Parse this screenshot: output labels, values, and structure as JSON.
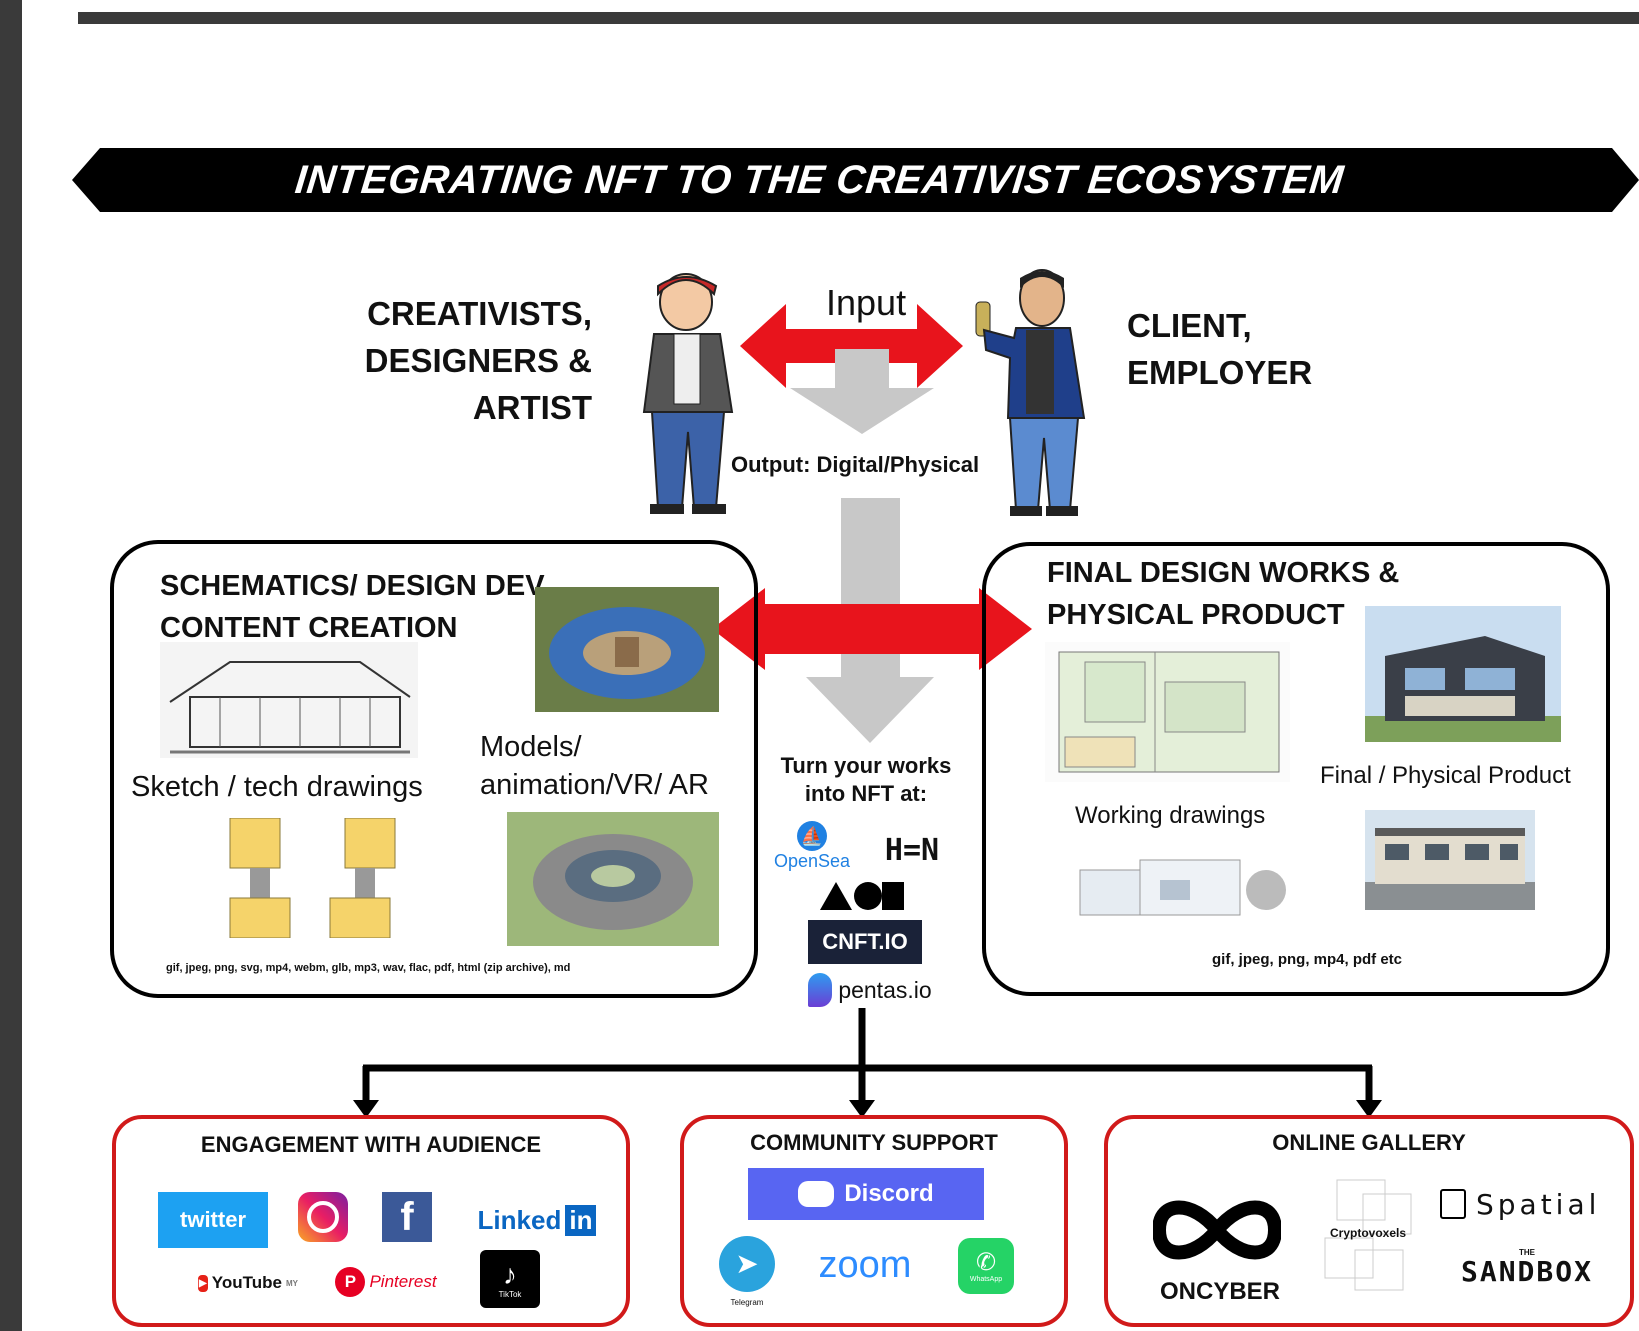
{
  "banner": {
    "title": "INTEGRATING NFT TO THE CREATIVIST ECOSYSTEM"
  },
  "top": {
    "creatives_lines": [
      "CREATIVISTS,",
      "DESIGNERS &",
      "ARTIST"
    ],
    "client_lines": [
      "CLIENT,",
      "EMPLOYER"
    ],
    "input_label": "Input",
    "output_label": "Output: Digital/Physical"
  },
  "left_box": {
    "title_lines": [
      "SCHEMATICS/ DESIGN DEV.",
      "CONTENT CREATION"
    ],
    "sketch_label": "Sketch / tech drawings",
    "models_lines": [
      "Models/",
      "animation/VR/ AR"
    ],
    "formats": "gif, jpeg, png, svg, mp4, webm, glb, mp3, wav, flac, pdf, html (zip archive), md"
  },
  "right_box": {
    "title_lines": [
      "FINAL DESIGN WORKS &",
      "PHYSICAL PRODUCT"
    ],
    "working_label": "Working drawings",
    "final_label": "Final / Physical Product",
    "formats": "gif, jpeg, png, mp4, pdf etc"
  },
  "center": {
    "nft_lines": [
      "Turn your works",
      "into  NFT at:"
    ],
    "platforms": {
      "opensea": "OpenSea",
      "hen": "H=N",
      "cnft": "CNFT.IO",
      "pentas": "pentas.io"
    }
  },
  "bottom": {
    "engagement": {
      "title": "ENGAGEMENT WITH AUDIENCE",
      "twitter": "twitter",
      "linkedin": "Linked",
      "linkedin_in": "in",
      "youtube": "YouTube",
      "youtube_suffix": "MY",
      "pinterest": "Pinterest",
      "tiktok": "TikTok"
    },
    "community": {
      "title": "COMMUNITY SUPPORT",
      "discord": "Discord",
      "zoom": "zoom",
      "telegram": "Telegram",
      "whatsapp": "WhatsApp"
    },
    "gallery": {
      "title": "ONLINE GALLERY",
      "oncyber": "ONCYBER",
      "cryptovoxels": "Cryptovoxels",
      "spatial": "Spatial",
      "sandbox_the": "THE",
      "sandbox": "SANDBOX"
    }
  },
  "colors": {
    "accent_red": "#e8141c",
    "arrow_gray": "#c8c8c8",
    "frame_dark": "#3a3a3a",
    "box_red_border": "#d11a1a",
    "discord_blue": "#5865f2",
    "twitter_blue": "#1da1f2",
    "cnft_navy": "#1a2238"
  },
  "icons": [
    "opensea-icon",
    "discord-icon",
    "telegram-icon",
    "whatsapp-icon",
    "instagram-icon",
    "facebook-icon",
    "tiktok-icon",
    "youtube-icon",
    "pinterest-icon",
    "spatial-icon",
    "oncyber-icon",
    "pentas-icon"
  ]
}
